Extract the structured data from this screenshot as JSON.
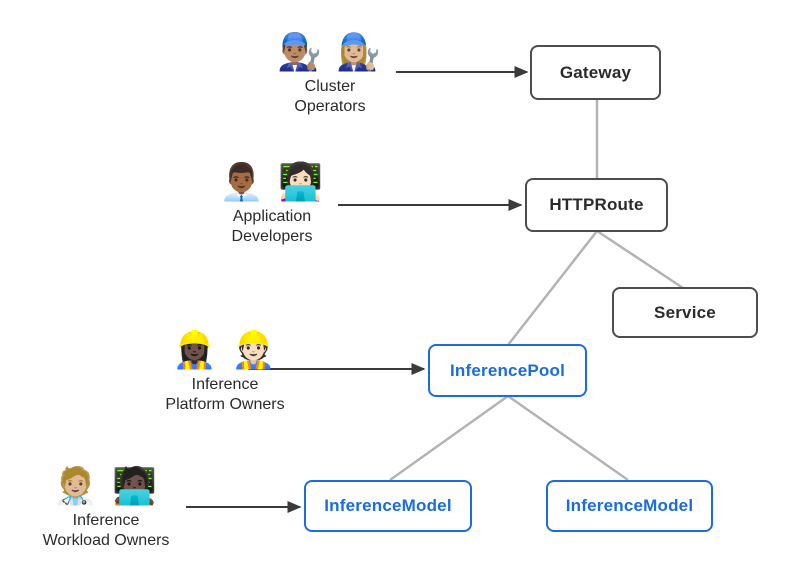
{
  "personas": {
    "cluster_operators": {
      "emoji": "👨🏽‍🔧 👩🏼‍🔧",
      "label_line1": "Cluster",
      "label_line2": "Operators"
    },
    "application_developers": {
      "emoji": "👨🏾‍💼 👩🏻‍💻",
      "label_line1": "Application",
      "label_line2": "Developers"
    },
    "inference_platform_owners": {
      "emoji": "👷🏿‍♀️ 👷🏻",
      "label_line1": "Inference",
      "label_line2": "Platform Owners"
    },
    "inference_workload_owners": {
      "emoji": "🧑🏼‍⚕️ 🧑🏿‍💻",
      "label_line1": "Inference",
      "label_line2": "Workload Owners"
    }
  },
  "nodes": {
    "gateway": {
      "label": "Gateway"
    },
    "httproute": {
      "label": "HTTPRoute"
    },
    "service": {
      "label": "Service"
    },
    "inference_pool": {
      "label": "InferencePool"
    },
    "inference_model_left": {
      "label": "InferenceModel"
    },
    "inference_model_right": {
      "label": "InferenceModel"
    }
  },
  "persona_arrows": [
    {
      "from": "cluster_operators",
      "to": "gateway"
    },
    {
      "from": "application_developers",
      "to": "httproute"
    },
    {
      "from": "inference_platform_owners",
      "to": "inference_pool"
    },
    {
      "from": "inference_workload_owners",
      "to": "inference_model_left"
    }
  ],
  "connections": [
    {
      "from": "gateway",
      "to": "httproute"
    },
    {
      "from": "httproute",
      "to": "inference_pool"
    },
    {
      "from": "httproute",
      "to": "service"
    },
    {
      "from": "inference_pool",
      "to": "inference_model_left"
    },
    {
      "from": "inference_pool",
      "to": "inference_model_right"
    }
  ],
  "colors": {
    "resource_border": "#4d4d4d",
    "resource_text": "#2b2b2b",
    "extension_border": "#1a6ce0",
    "extension_text": "#1a6ce0",
    "connector_line": "#b3b3b3",
    "arrow": "#3a3a3a",
    "background": "#ffffff"
  }
}
